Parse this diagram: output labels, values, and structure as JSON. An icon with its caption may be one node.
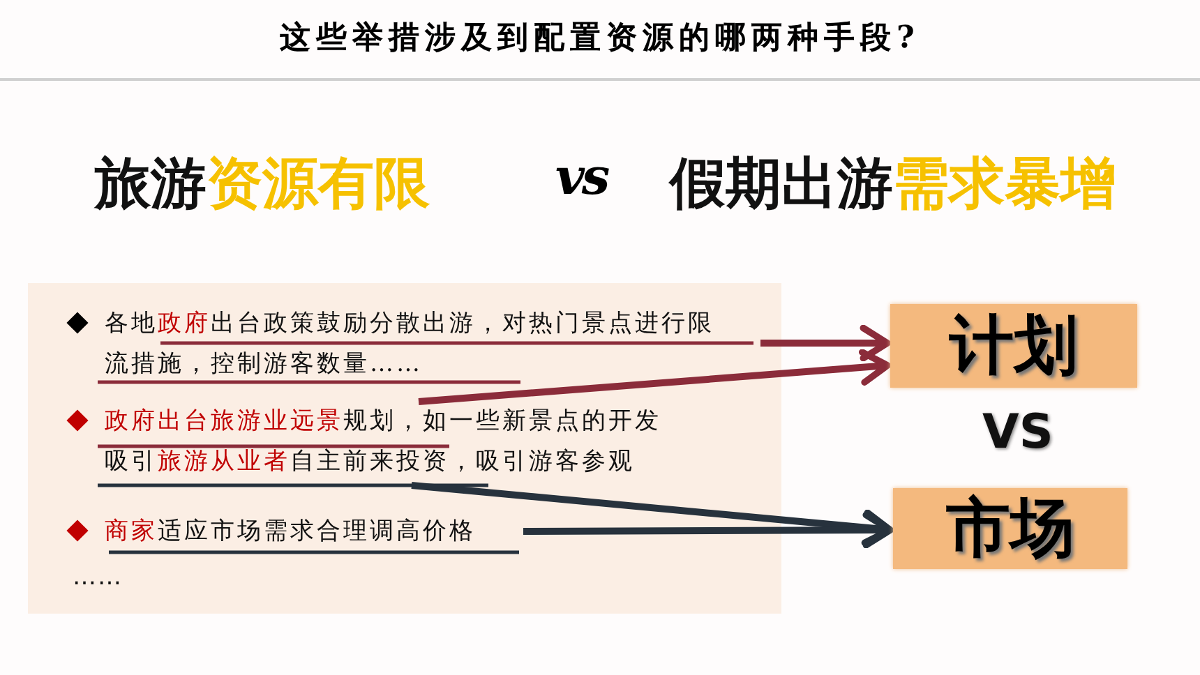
{
  "diagram": {
    "title": "这些举措涉及到配置资源的哪两种手段?",
    "nodes": [
      {
        "text": [],
        "shape": "box"
      },
      {
        "text": [
          "各地**政府**出台政策鼓励分散出游，对热门景点进行限流措施，控制游客数量……"
        ],
        "in": 0
      },
      {
        "text": [
          "**政府出台旅游业远景**规划，如一些新景点的开发吸引**旅游从业者**自主前来投资，吸引游客参观"
        ],
        "in": 0
      },
      {
        "text": [
          "**商家**适应市场需求合理调高价格"
        ],
        "in": 0
      },
      {
        "text": [
          "计划"
        ]
      },
      {
        "text": [
          "市场"
        ]
      }
    ],
    "edges": [
      {
        "from": 1,
        "to": 4,
        "arrow": "to",
        "color": "#8b2c3a"
      },
      {
        "from": 2,
        "to": 4,
        "arrow": "to",
        "color": "#8b2c3a"
      },
      {
        "from": 2,
        "to": 5,
        "arrow": "to",
        "color": "#27323d"
      },
      {
        "from": 3,
        "to": 5,
        "arrow": "to",
        "color": "#27323d"
      }
    ],
    "labels": [
      "旅游**资源有限**",
      "vs",
      "假期出游**需求暴增**",
      "VS",
      "……"
    ]
  }
}
